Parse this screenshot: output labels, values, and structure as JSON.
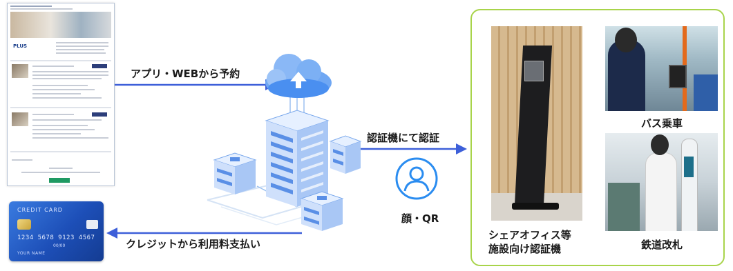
{
  "labels": {
    "app_booking": "アプリ・WEBから予約",
    "auth_at_device": "認証機にて認証",
    "face_qr": "顔・QR",
    "credit_payment": "クレジットから利用料支払い",
    "bus_boarding": "バス乗車",
    "railway_gate": "鉄道改札",
    "kiosk_line1": "シェアオフィス等",
    "kiosk_line2": "施設向け認証機"
  },
  "website_mock": {
    "logo_text": "PLUS"
  },
  "credit_card": {
    "title": "CREDIT CARD",
    "number": "1234  5678  9123  4567",
    "expiry": "00/00",
    "holder": "YOUR NAME"
  },
  "colors": {
    "arrow": "#3d5fd9",
    "panel_border": "#a8d44a",
    "icon_blue": "#2a8cf0",
    "cloud_blue": "#4a8ff0"
  }
}
